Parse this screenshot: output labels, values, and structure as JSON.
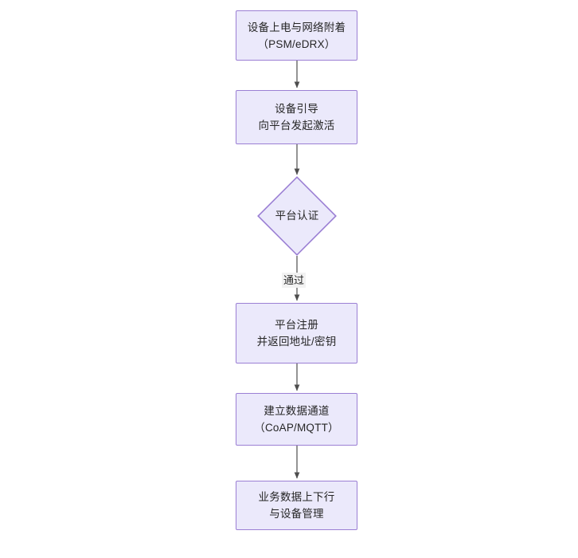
{
  "diagram": {
    "type": "flowchart",
    "orientation": "top-to-bottom",
    "background_color": "#ffffff",
    "node_fill_color": "#ebe9fb",
    "node_border_color": "#9b7fd4",
    "text_color": "#262626",
    "edge_color": "#4d4d4d",
    "nodes": [
      {
        "id": "power-on",
        "shape": "rectangle",
        "line1": "设备上电与网络附着",
        "line2": "（PSM/eDRX）"
      },
      {
        "id": "bootstrap",
        "shape": "rectangle",
        "line1": "设备引导",
        "line2": "向平台发起激活"
      },
      {
        "id": "platform-auth",
        "shape": "diamond",
        "line1": "平台认证"
      },
      {
        "id": "platform-register",
        "shape": "rectangle",
        "line1": "平台注册",
        "line2": "并返回地址/密钥"
      },
      {
        "id": "data-channel",
        "shape": "rectangle",
        "line1": "建立数据通道",
        "line2": "（CoAP/MQTT）"
      },
      {
        "id": "service-data",
        "shape": "rectangle",
        "line1": "业务数据上下行",
        "line2": "与设备管理"
      }
    ],
    "edges": [
      {
        "id": "e1",
        "from": "power-on",
        "to": "bootstrap",
        "label": ""
      },
      {
        "id": "e2",
        "from": "bootstrap",
        "to": "platform-auth",
        "label": ""
      },
      {
        "id": "e3",
        "from": "platform-auth",
        "to": "platform-register",
        "label": "通过"
      },
      {
        "id": "e4",
        "from": "platform-register",
        "to": "data-channel",
        "label": ""
      },
      {
        "id": "e5",
        "from": "data-channel",
        "to": "service-data",
        "label": ""
      }
    ]
  }
}
